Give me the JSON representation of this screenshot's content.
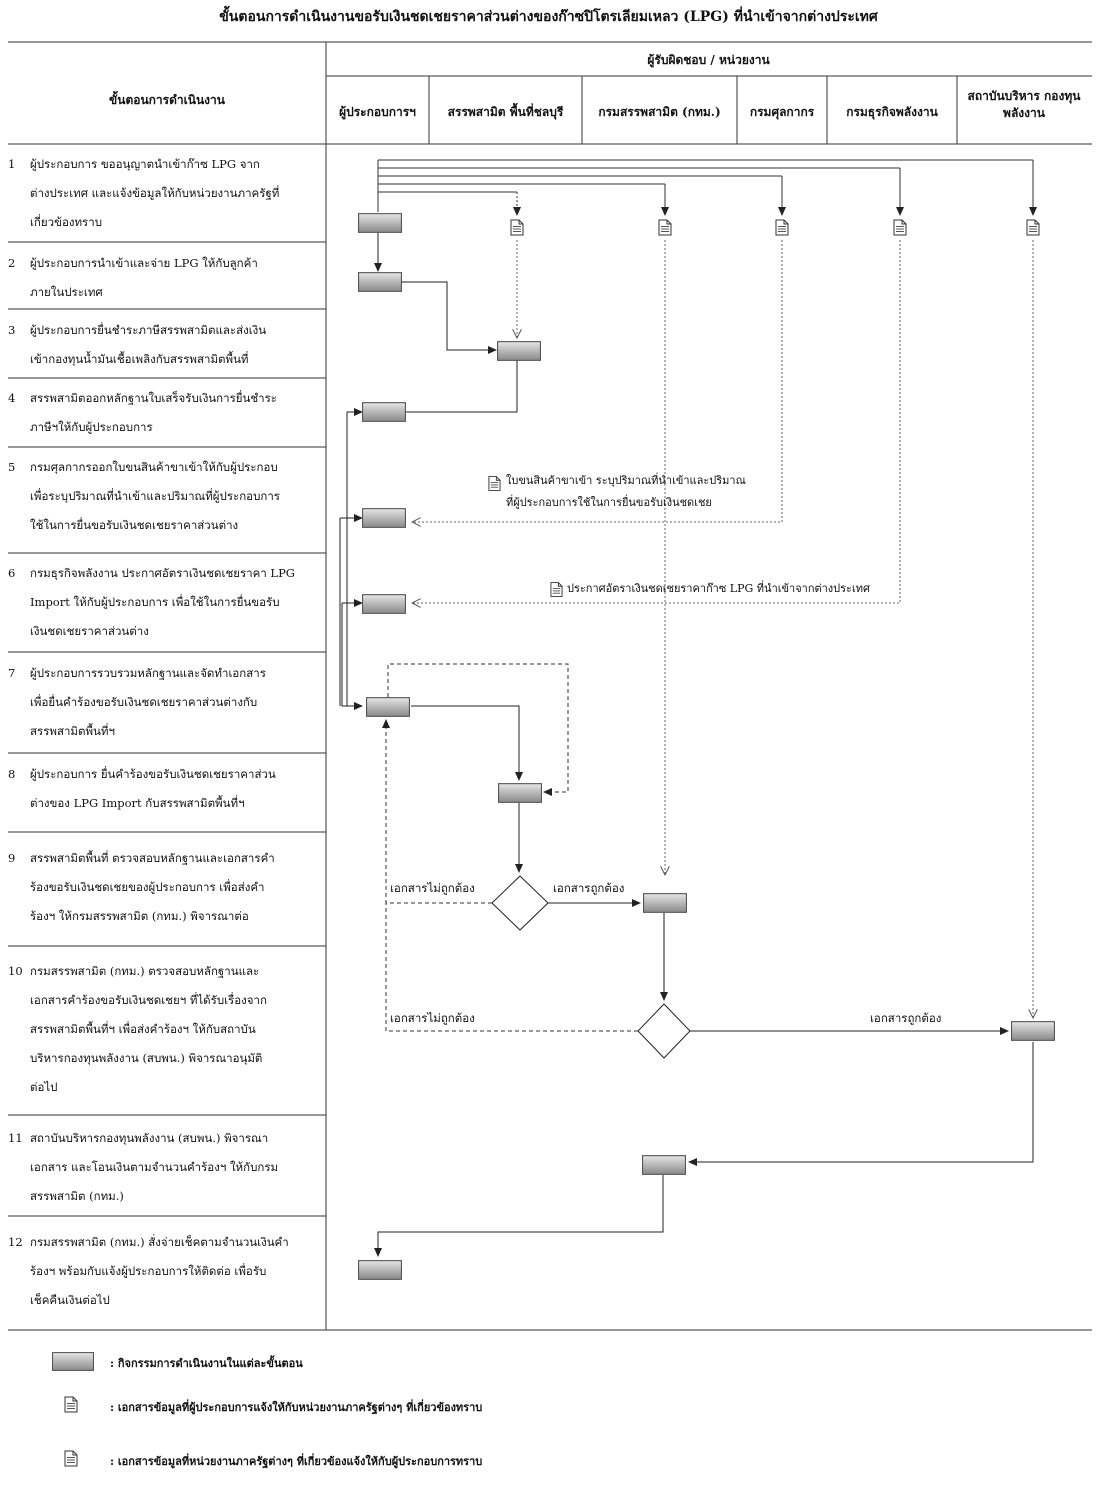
{
  "title": "ขั้นตอนการดำเนินงานขอรับเงินชดเชยราคาส่วนต่างของก๊าซปิโตรเลียมเหลว (LPG) ที่นำเข้าจากต่างประเทศ",
  "header": {
    "steps_col": "ขั้นตอนการดำเนินงาน",
    "responsible": "ผู้รับผิดชอบ / หน่วยงาน",
    "columns": [
      "ผู้ประกอบการฯ",
      "สรรพสามิต พื้นที่ชลบุรี",
      "กรมสรรพสามิต (กทม.)",
      "กรมศุลกากร",
      "กรมธุรกิจพลังงาน",
      "สถาบันบริหาร กองทุนพลังงาน"
    ]
  },
  "steps": [
    {
      "num": "1",
      "lines": [
        "ผู้ประกอบการ ขออนุญาตนำเข้าก๊าซ LPG จาก",
        "ต่างประเทศ และแจ้งข้อมูลให้กับหน่วยงานภาครัฐที่",
        "เกี่ยวข้องทราบ"
      ]
    },
    {
      "num": "2",
      "lines": [
        "ผู้ประกอบการนำเข้าและจ่าย LPG ให้กับลูกค้า",
        "ภายในประเทศ"
      ]
    },
    {
      "num": "3",
      "lines": [
        "ผู้ประกอบการยื่นชำระภาษีสรรพสามิตและส่งเงิน",
        "เข้ากองทุนน้ำมันเชื้อเพลิงกับสรรพสามิตพื้นที่"
      ]
    },
    {
      "num": "4",
      "lines": [
        "สรรพสามิตออกหลักฐานใบเสร็จรับเงินการยื่นชำระ",
        "ภาษีฯให้กับผู้ประกอบการ"
      ]
    },
    {
      "num": "5",
      "lines": [
        "กรมศุลกากรออกใบขนสินค้าขาเข้าให้กับผู้ประกอบ",
        "เพื่อระบุปริมาณที่นำเข้าและปริมาณที่ผู้ประกอบการ",
        "ใช้ในการยื่นขอรับเงินชดเชยราคาส่วนต่าง"
      ]
    },
    {
      "num": "6",
      "lines": [
        "กรมธุรกิจพลังงาน ประกาศอัตราเงินชดเชยราคา LPG",
        "Import ให้กับผู้ประกอบการ เพื่อใช้ในการยื่นขอรับ",
        "เงินชดเชยราคาส่วนต่าง"
      ]
    },
    {
      "num": "7",
      "lines": [
        "ผู้ประกอบการรวบรวมหลักฐานและจัดทำเอกสาร",
        "เพื่อยื่นคำร้องขอรับเงินชดเชยราคาส่วนต่างกับ",
        "สรรพสามิตพื้นที่ฯ"
      ]
    },
    {
      "num": "8",
      "lines": [
        "ผู้ประกอบการ ยื่นคำร้องขอรับเงินชดเชยราคาส่วน",
        "ต่างของ LPG Import กับสรรพสามิตพื้นที่ฯ"
      ]
    },
    {
      "num": "9",
      "lines": [
        "สรรพสามิตพื้นที่ ตรวจสอบหลักฐานและเอกสารคำ",
        "ร้องขอรับเงินชดเชยของผู้ประกอบการ เพื่อส่งคำ",
        "ร้องฯ ให้กรมสรรพสามิต (กทม.) พิจารณาต่อ"
      ]
    },
    {
      "num": "10",
      "lines": [
        "กรมสรรพสามิต (กทม.) ตรวจสอบหลักฐานและ",
        "เอกสารคำร้องขอรับเงินชดเชยฯ ที่ได้รับเรื่องจาก",
        "สรรพสามิตพื้นที่ฯ เพื่อส่งคำร้องฯ ให้กับสถาบัน",
        "บริหารกองทุนพลังงาน (สบพน.) พิจารณาอนุมัติ",
        "ต่อไป"
      ]
    },
    {
      "num": "11",
      "lines": [
        "สถาบันบริหารกองทุนพลังงาน (สบพน.) พิจารณา",
        "เอกสาร และโอนเงินตามจำนวนคำร้องฯ ให้กับกรม",
        "สรรพสามิต (กทม.)"
      ]
    },
    {
      "num": "12",
      "lines": [
        "กรมสรรพสามิต (กทม.) สั่งจ่ายเช็คตามจำนวนเงินคำ",
        "ร้องฯ พร้อมกับแจ้งผู้ประกอบการให้ติดต่อ เพื่อรับ",
        "เช็คคืนเงินต่อไป"
      ]
    }
  ],
  "notes": {
    "customs_doc": [
      "ใบขนสินค้าขาเข้า ระบุปริมาณที่นำเข้าและปริมาณ",
      "ที่ผู้ประกอบการใช้ในการยื่นขอรับเงินชดเชย"
    ],
    "energy_doc": "ประกาศอัตราเงินชดเชยราคาก๊าซ LPG ที่นำเข้าจากต่างประเทศ"
  },
  "decision_labels": {
    "d1_no": "เอกสารไม่ถูกต้อง",
    "d1_yes": "เอกสารถูกต้อง",
    "d2_no": "เอกสารไม่ถูกต้อง",
    "d2_yes": "เอกสารถูกต้อง"
  },
  "legend": [
    {
      "icon": "activity-box-icon",
      "text": ":  กิจกรรมการดำเนินงานในแต่ละขั้นตอน"
    },
    {
      "icon": "document-icon",
      "text": ":  เอกสารข้อมูลที่ผู้ประกอบการแจ้งให้กับหน่วยงานภาครัฐต่างๆ ที่เกี่ยวข้องทราบ"
    },
    {
      "icon": "document-icon",
      "text": ":  เอกสารข้อมูลที่หน่วยงานภาครัฐต่างๆ ที่เกี่ยวข้องแจ้งให้กับผู้ประกอบการทราบ"
    }
  ]
}
